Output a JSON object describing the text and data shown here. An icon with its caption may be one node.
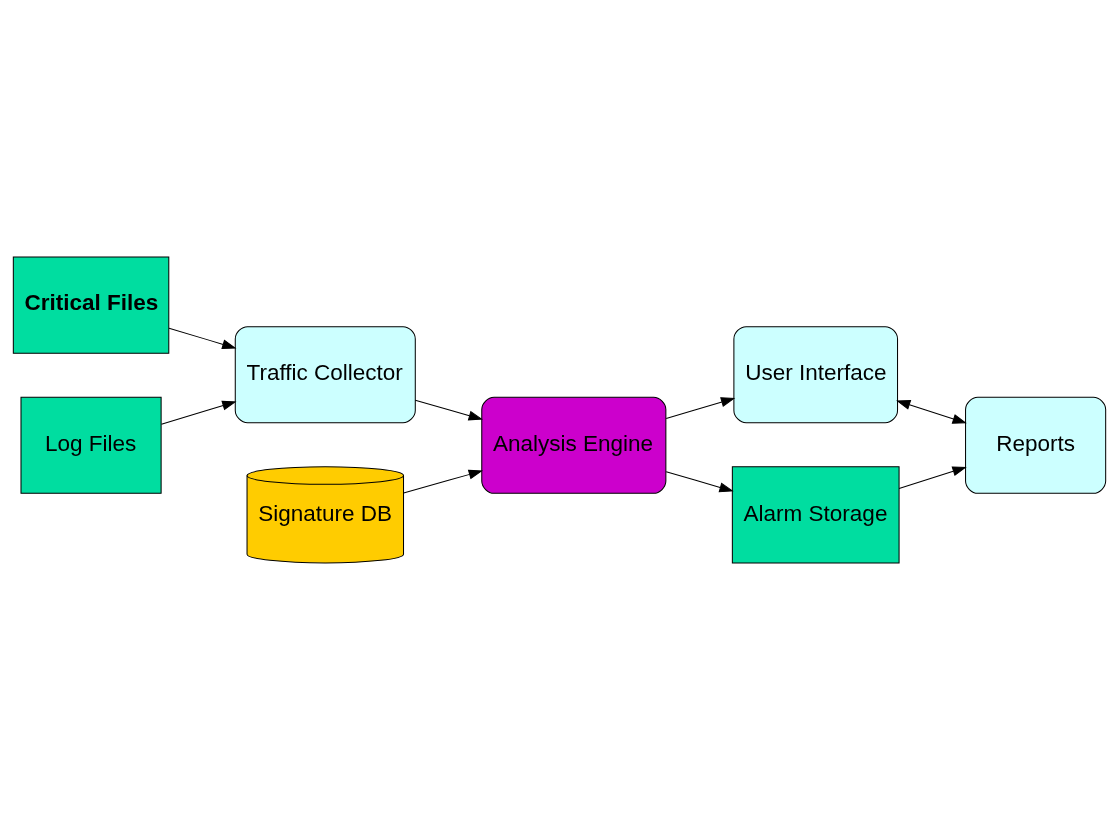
{
  "diagram": {
    "nodes": [
      {
        "text": [
          "Critical Files"
        ]
      },
      {
        "text": [
          "Signature DB"
        ]
      },
      {
        "text": [
          "Traffic Collector"
        ]
      },
      {
        "text": [
          "Analysis Engine"
        ]
      },
      {
        "text": [
          "User Interface"
        ]
      },
      {
        "text": [
          "Log Files"
        ]
      },
      {
        "text": [
          "Alarm Storage"
        ]
      },
      {
        "text": [
          "Reports"
        ]
      }
    ],
    "edges": [
      {
        "from": 0,
        "to": 2,
        "arrow": "to"
      },
      {
        "from": 5,
        "to": 2,
        "arrow": "to"
      },
      {
        "from": 1,
        "to": 3,
        "arrow": "to"
      },
      {
        "from": 2,
        "to": 3,
        "arrow": "to"
      },
      {
        "from": 3,
        "to": 4,
        "arrow": "to"
      },
      {
        "from": 3,
        "to": 6,
        "arrow": "to"
      },
      {
        "from": 4,
        "to": 7,
        "arrow": "both"
      },
      {
        "from": 6,
        "to": 7,
        "arrow": "to"
      }
    ]
  }
}
